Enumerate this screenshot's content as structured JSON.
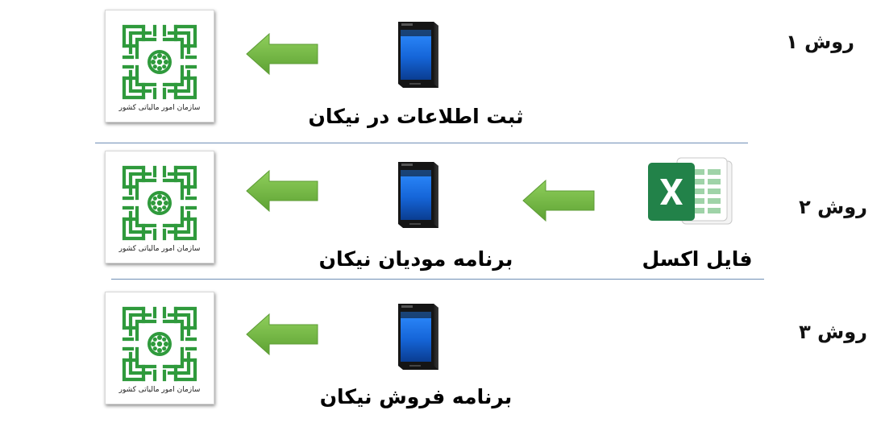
{
  "colors": {
    "arrow_green": "#72b544",
    "logo_green": "#2f9a3c",
    "software_blue": "#1e73e6",
    "excel_green": "#1e7a43",
    "divider": "#6f8fb6"
  },
  "icons": {
    "tax_logo": "tax-organization-logo",
    "software": "software-box-icon",
    "excel": "excel-file-icon",
    "arrow": "green-left-arrow"
  },
  "rows": [
    {
      "method_label": "روش ۱",
      "steps": [
        {
          "icon": "software-box-icon",
          "caption": "ثبت اطلاعات در نیکان"
        }
      ],
      "logo_text": "سازمان امور مالیاتی کشور"
    },
    {
      "method_label": "روش ۲",
      "steps": [
        {
          "icon": "software-box-icon",
          "caption": "برنامه مودیان نیکان"
        },
        {
          "icon": "excel-file-icon",
          "caption": "فایل اکسل"
        }
      ],
      "logo_text": "سازمان امور مالیاتی کشور"
    },
    {
      "method_label": "روش ۳",
      "steps": [
        {
          "icon": "software-box-icon",
          "caption": "برنامه فروش نیکان"
        }
      ],
      "logo_text": "سازمان امور مالیاتی کشور"
    }
  ]
}
